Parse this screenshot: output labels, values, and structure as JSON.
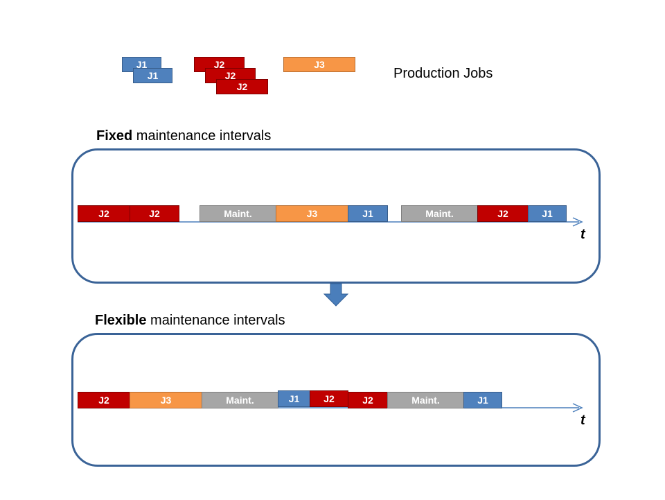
{
  "legend": {
    "label": "Production Jobs",
    "jobs": [
      "J1",
      "J1",
      "J2",
      "J2",
      "J2",
      "J3"
    ]
  },
  "fixed": {
    "title_bold": "Fixed",
    "title_rest": " maintenance intervals",
    "sequence": [
      "J2",
      "J2",
      "Maint.",
      "J3",
      "J1",
      "Maint.",
      "J2",
      "J1"
    ],
    "axis_label": "t"
  },
  "flexible": {
    "title_bold": "Flexible",
    "title_rest": " maintenance intervals",
    "sequence": [
      "J2",
      "J3",
      "Maint.",
      "J1",
      "J2",
      "J2",
      "Maint.",
      "J1"
    ],
    "axis_label": "t"
  },
  "colors": {
    "J1": "#4f81bd",
    "J2": "#c00000",
    "J3": "#f79646",
    "Maint": "#a6a6a6",
    "panel_border": "#3a6397",
    "arrow": "#4a7ebb"
  }
}
